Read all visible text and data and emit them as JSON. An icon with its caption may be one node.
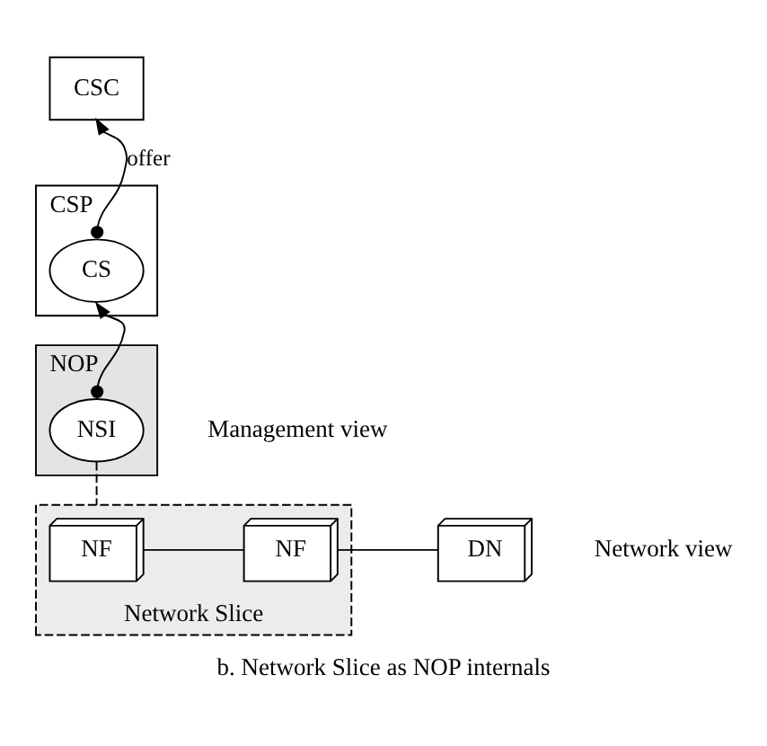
{
  "diagram": {
    "caption": "b. Network Slice as NOP internals",
    "nodes": [
      {
        "text": [
          "CSC"
        ]
      },
      {
        "text": [
          "CSP"
        ]
      },
      {
        "text": [
          "CS"
        ],
        "in": 1
      },
      {
        "text": [
          "NOP"
        ]
      },
      {
        "text": [
          "NSI"
        ],
        "in": 3
      },
      {
        "text": [
          "Network Slice"
        ]
      },
      {
        "text": [
          "NF"
        ],
        "in": 5
      },
      {
        "text": [
          "NF"
        ],
        "in": 5
      },
      {
        "text": [
          "DN"
        ]
      }
    ],
    "edges": [
      {
        "from": 2,
        "to": 0,
        "arrow": "to",
        "label": "offer"
      },
      {
        "from": 4,
        "to": 2,
        "arrow": "to"
      },
      {
        "from": 4,
        "to": 5,
        "arrow": "none",
        "style": "dashed"
      },
      {
        "from": 6,
        "to": 7,
        "arrow": "none"
      },
      {
        "from": 7,
        "to": 8,
        "arrow": "none"
      }
    ],
    "labels": [
      "Management view",
      "Network view"
    ]
  }
}
